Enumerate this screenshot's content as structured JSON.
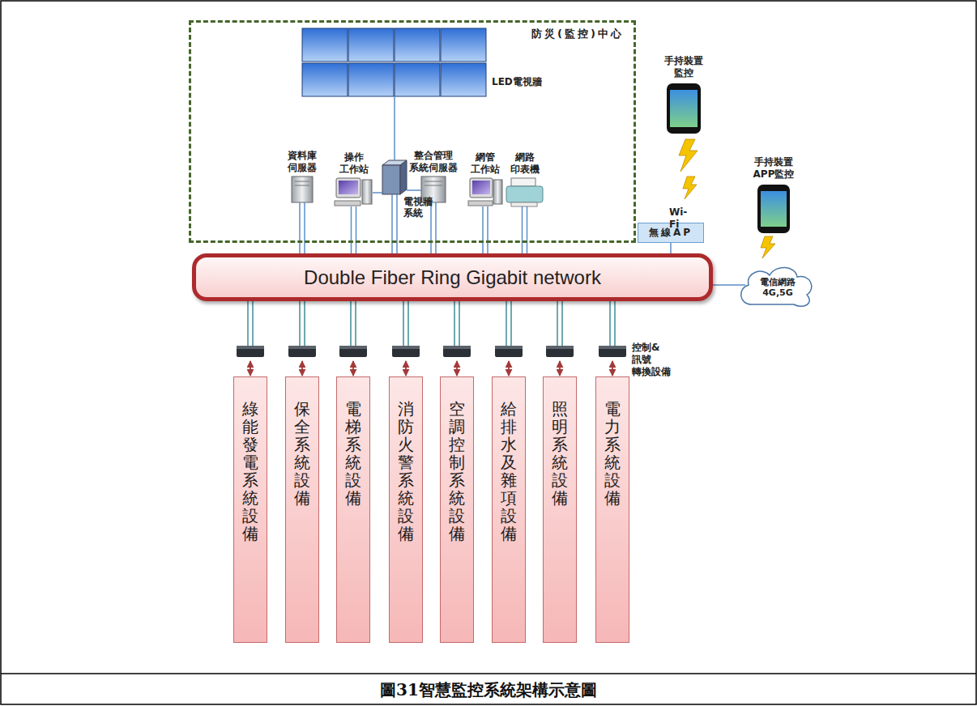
{
  "diagram": {
    "caption": "圖31智慧監控系統架構示意圖",
    "nodes": [
      {
        "text": [
          "防災(監控)中心"
        ]
      },
      {
        "text": [
          "LED電視牆"
        ],
        "in": 0
      },
      {
        "text": [
          "資料庫 伺服器"
        ],
        "in": 0
      },
      {
        "text": [
          "操作 工作站"
        ],
        "in": 0
      },
      {
        "text": [
          "電視牆 系統"
        ],
        "in": 0
      },
      {
        "text": [
          "整合管理 系統伺服器"
        ],
        "in": 0
      },
      {
        "text": [
          "網管 工作站"
        ],
        "in": 0
      },
      {
        "text": [
          "網路 印表機"
        ],
        "in": 0
      },
      {
        "text": [
          "Double Fiber Ring Gigabit network"
        ]
      },
      {
        "text": [
          "無線AP"
        ]
      },
      {
        "text": [
          "手持裝置 監控"
        ]
      },
      {
        "text": [
          "手持裝置 APP監控"
        ]
      },
      {
        "text": [
          "電信網路 4G,5G"
        ]
      },
      {
        "text": [
          "綠能發電系統設備"
        ]
      },
      {
        "text": [
          "保全系統設備"
        ]
      },
      {
        "text": [
          "電梯系統設備"
        ]
      },
      {
        "text": [
          "消防火警系統設備"
        ]
      },
      {
        "text": [
          "空調控制系統設備"
        ]
      },
      {
        "text": [
          "給排水及雜項設備"
        ]
      },
      {
        "text": [
          "照明系統設備"
        ]
      },
      {
        "text": [
          "電力系統設備"
        ]
      }
    ],
    "edges": [
      {
        "from": 1,
        "to": 4,
        "arrow": "none"
      },
      {
        "from": 3,
        "to": 4,
        "arrow": "none"
      },
      {
        "from": 4,
        "to": 5,
        "arrow": "none"
      },
      {
        "from": 2,
        "to": 8,
        "arrow": "none"
      },
      {
        "from": 3,
        "to": 8,
        "arrow": "none"
      },
      {
        "from": 4,
        "to": 8,
        "arrow": "none"
      },
      {
        "from": 5,
        "to": 8,
        "arrow": "none"
      },
      {
        "from": 6,
        "to": 8,
        "arrow": "none"
      },
      {
        "from": 7,
        "to": 8,
        "arrow": "none"
      },
      {
        "from": 9,
        "to": 8,
        "arrow": "none"
      },
      {
        "from": 12,
        "to": 8,
        "arrow": "none"
      },
      {
        "from": 8,
        "to": 13,
        "arrow": "both"
      },
      {
        "from": 8,
        "to": 14,
        "arrow": "both"
      },
      {
        "from": 8,
        "to": 15,
        "arrow": "both"
      },
      {
        "from": 8,
        "to": 16,
        "arrow": "both"
      },
      {
        "from": 8,
        "to": 17,
        "arrow": "both"
      },
      {
        "from": 8,
        "to": 18,
        "arrow": "both"
      },
      {
        "from": 8,
        "to": 19,
        "arrow": "both"
      },
      {
        "from": 8,
        "to": 20,
        "arrow": "both"
      }
    ],
    "labels": [
      "控制&訊號 轉換設備",
      "Wi-Fi"
    ]
  }
}
